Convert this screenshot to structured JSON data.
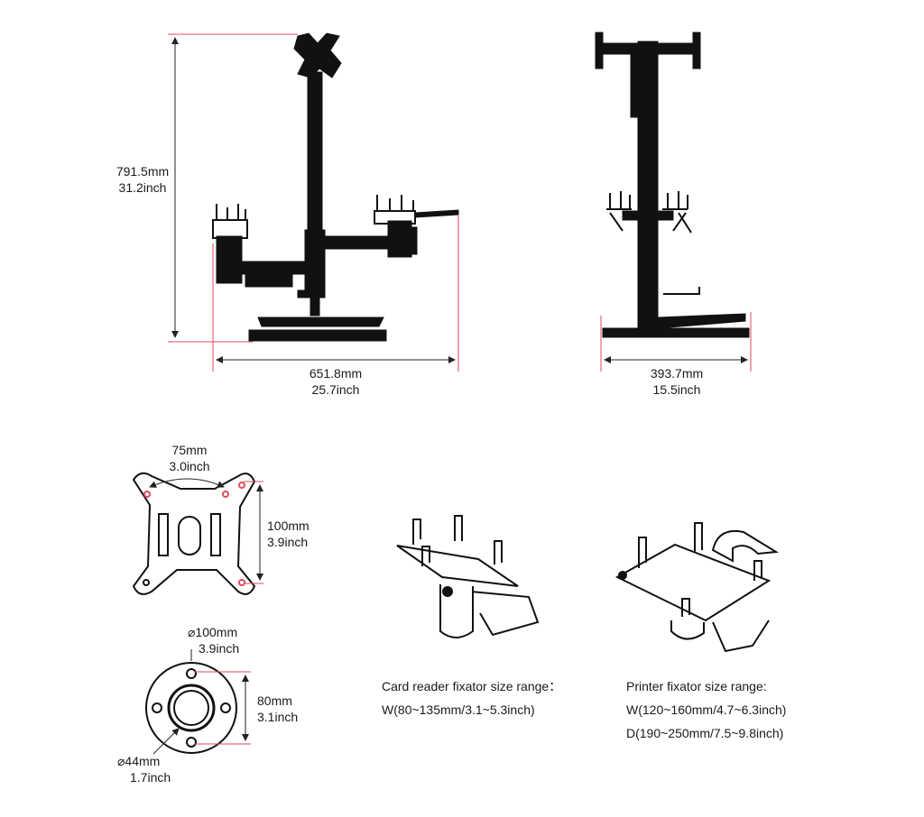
{
  "side_view": {
    "height_mm": "791.5mm",
    "height_inch": "31.2inch",
    "width_mm": "651.8mm",
    "width_inch": "25.7inch"
  },
  "front_view": {
    "width_mm": "393.7mm",
    "width_inch": "15.5inch"
  },
  "vesa_plate": {
    "horizontal_mm": "75mm",
    "horizontal_inch": "3.0inch",
    "vertical_mm": "100mm",
    "vertical_inch": "3.9inch"
  },
  "flange": {
    "outer_diameter_mm": "⌀100mm",
    "outer_diameter_inch": "3.9inch",
    "hole_spacing_mm": "80mm",
    "hole_spacing_inch": "3.1inch",
    "inner_diameter_mm": "⌀44mm",
    "inner_diameter_inch": "1.7inch"
  },
  "card_reader": {
    "caption": "Card reader fixator size range：",
    "width_range": "W(80~135mm/3.1~5.3inch)"
  },
  "printer": {
    "caption": "Printer fixator size range:",
    "width_range": "W(120~160mm/4.7~6.3inch)",
    "depth_range": "D(190~250mm/7.5~9.8inch)"
  },
  "colors": {
    "dimension_line": "#e04a5a",
    "product": "#111111",
    "text": "#1a1a1a"
  }
}
